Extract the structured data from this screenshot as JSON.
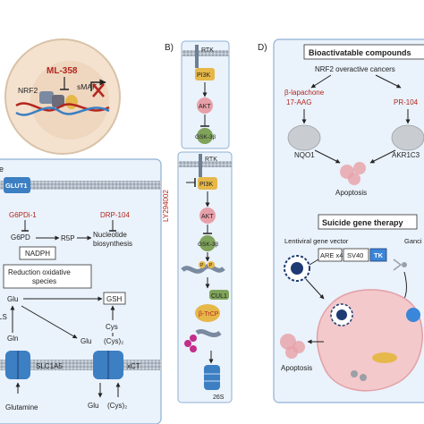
{
  "colors": {
    "red": "#b3261e",
    "panel_fill": "#eaf2fb",
    "panel_stroke": "#8fb0d3",
    "cell_fill": "#f4e2cf",
    "membrane": "#bcc6d0",
    "channel": "#3c7fc2",
    "pink": "#e7a0a8",
    "yellow": "#e6b84a",
    "green": "#7fa35a",
    "gray": "#9aa0a6",
    "navy": "#1f3b73",
    "tk_blue": "#3a86d8"
  },
  "panel_a": {
    "inhibitor": "ML-358",
    "nrf2": "NRF2",
    "smaf": "sMAF"
  },
  "panel_c": {
    "partial_label": "e",
    "glut1": "GLUT1",
    "g6pdi": "G6PDi-1",
    "drp104": "DRP-104",
    "g6pd": "G6PD",
    "r5p": "R5P",
    "nucleotide_line1": "Nucleotide",
    "nucleotide_line2": "biosynthesis",
    "nadph": "NADPH",
    "ros_line1": "Reduction oxidative",
    "ros_line2": "species",
    "glu_top": "Glu",
    "gsh": "GSH",
    "gls_partial": "LS",
    "gln": "Gln",
    "cys": "Cys",
    "glu_cys": "Glu",
    "cys2": "(Cys)₂",
    "slc1a5": "SLC1A5",
    "xct": "xCT",
    "glutamine": "Glutamine",
    "glu_bottom": "Glu",
    "cys2_bottom": "(Cys)₂"
  },
  "panel_b": {
    "label": "B)",
    "rtk_top": "RTK",
    "pi3k_top": "PI3K",
    "akt_top": "AKT",
    "gsk_top": "GSK-3β",
    "rtk": "RTK",
    "ly": "LY294002",
    "pi3k": "PI3K",
    "akt": "AKT",
    "gsk": "GSK-3β",
    "p": "P",
    "cul1": "CUL1",
    "btrcp": "β-TrCP",
    "s26": "26S"
  },
  "panel_d": {
    "label": "D)",
    "bioactivatable": "Bioactivatable compounds",
    "nrf2_cancers": "NRF2 overactive cancers",
    "beta_lap": "β-lapachone",
    "aag": "17-AAG",
    "pr104": "PR-104",
    "nqo1": "NQO1",
    "akr": "AKR1C3",
    "apoptosis_top": "Apoptosis",
    "suicide": "Suicide gene therapy",
    "lentiviral": "Lentiviral gene vector",
    "ganci_partial": "Ganci",
    "are": "ARE x4",
    "sv40": "SV40",
    "tk": "TK",
    "apoptosis_bottom": "Apoptosis"
  }
}
